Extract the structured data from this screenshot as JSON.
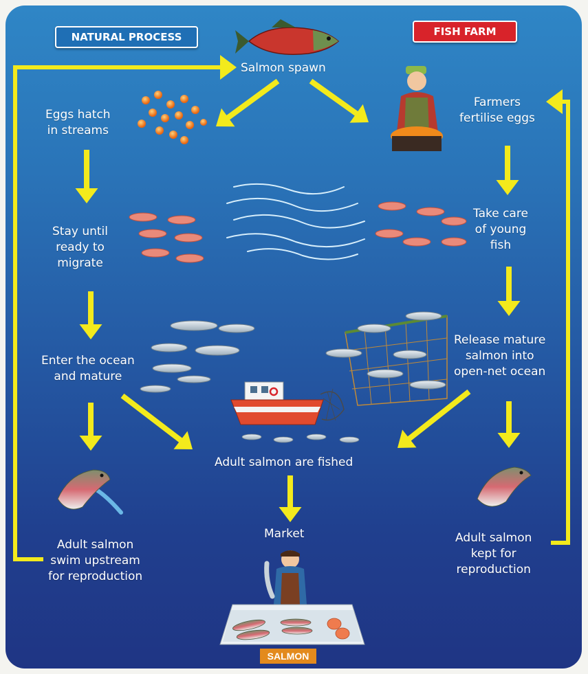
{
  "badges": {
    "natural": "NATURAL PROCESS",
    "farm": "FISH FARM"
  },
  "labels": {
    "spawn": "Salmon spawn",
    "eggs_hatch": [
      "Eggs hatch",
      "in streams"
    ],
    "stay_until": [
      "Stay until",
      "ready to",
      "migrate"
    ],
    "enter_ocean": [
      "Enter the ocean",
      "and mature"
    ],
    "swim_upstream": [
      "Adult salmon",
      "swim upstream",
      "for reproduction"
    ],
    "farmers_fertilise": [
      "Farmers",
      "fertilise eggs"
    ],
    "take_care": [
      "Take care",
      "of young",
      "fish"
    ],
    "release_mature": [
      "Release mature",
      "salmon into",
      "open-net ocean"
    ],
    "kept_reproduction": [
      "Adult salmon",
      "kept for",
      "reproduction"
    ],
    "fished": "Adult salmon are fished",
    "market": "Market",
    "sign": "SALMON"
  },
  "colors": {
    "arrow": "#f3ea1c",
    "natural_badge": "#1f6fb5",
    "farm_badge": "#d8232a",
    "sign": "#e38a1d"
  }
}
